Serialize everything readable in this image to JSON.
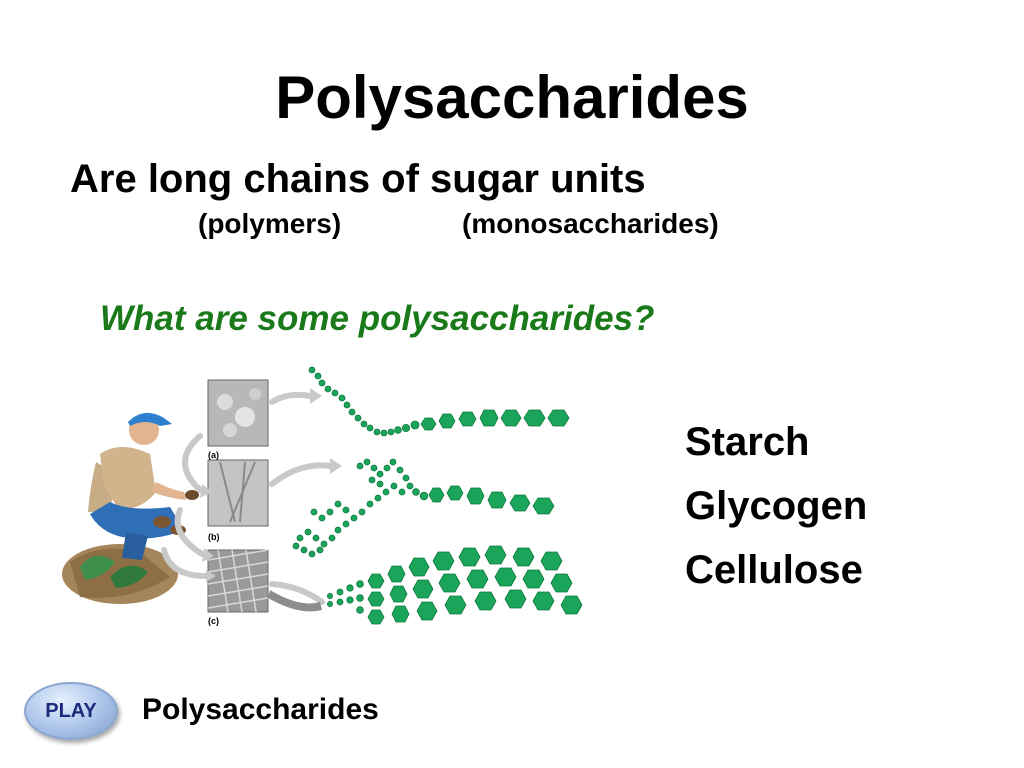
{
  "title": "Polysaccharides",
  "subtitle": "Are long chains of sugar units",
  "gloss": {
    "polymers": "(polymers)",
    "monosaccharides": "(monosaccharides)"
  },
  "question": "What are some polysaccharides?",
  "examples": [
    "Starch",
    "Glycogen",
    "Cellulose"
  ],
  "figure": {
    "panel_labels": [
      "(a)",
      "(b)",
      "(c)"
    ],
    "colors": {
      "sugar_unit": "#1aa55a",
      "sugar_unit_dark": "#0e7a3e",
      "question_text": "#1a7a1a"
    }
  },
  "play": {
    "label": "PLAY",
    "caption": "Polysaccharides"
  }
}
